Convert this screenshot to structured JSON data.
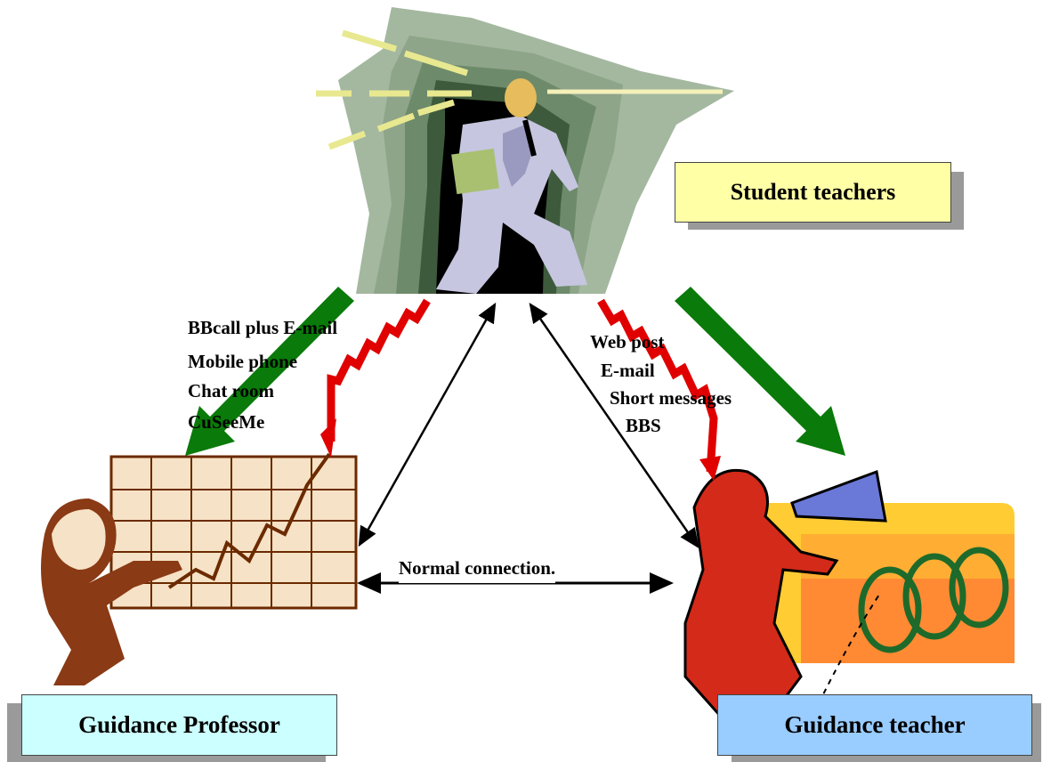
{
  "labels": {
    "student_teachers": "Student teachers",
    "guidance_professor": "Guidance Professor",
    "guidance_teacher": "Guidance teacher"
  },
  "channels_left": [
    "BBcall plus E-mail",
    "Mobile phone",
    "Chat room",
    "CuSeeMe"
  ],
  "channels_right": [
    "Web post",
    "E-mail",
    "Short messages",
    "BBS"
  ],
  "connection_label": "Normal connection.",
  "colors": {
    "student_box": "#ffffa6",
    "professor_box": "#ccffff",
    "teacher_box": "#99ccff",
    "green_arrow": "#0a7a0a",
    "red_arrow": "#e00000"
  },
  "icons": [
    "businessman-walking-clipart",
    "professor-chart-clipart",
    "megaphone-teacher-clipart"
  ]
}
